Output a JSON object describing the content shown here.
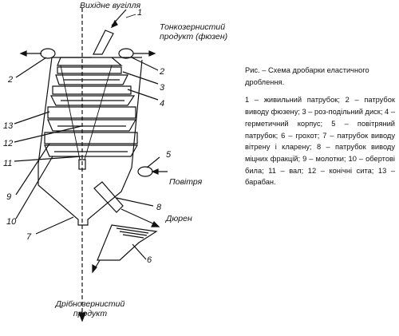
{
  "labels": {
    "exhaust_gases": "Вихідне вугілля",
    "fine_product": "Тонкозернистий продукт (фюзен)",
    "air": "Повітря",
    "durain": "Дюрен",
    "coarse_product": "Дрібнозернистий продукт"
  },
  "callouts": [
    "1",
    "2",
    "2",
    "3",
    "4",
    "13",
    "12",
    "11",
    "9",
    "10",
    "7",
    "5",
    "8",
    "6"
  ],
  "caption": {
    "title": "Рис.  – Схема дробарки еластичного дроблення.",
    "legend": "1 – живильний патрубок; 2 – патрубок виводу фюзену; 3 – роз-подільний диск; 4 – герметичний корпус; 5 – повітряний патрубок; 6 – грохот; 7 – патрубок виводу вітрену і кларену; 8 – патрубок виводу міцних фракцій; 9 – молотки; 10 – обертові била; 11 – вал; 12 – конічні сита; 13 – барабан."
  }
}
